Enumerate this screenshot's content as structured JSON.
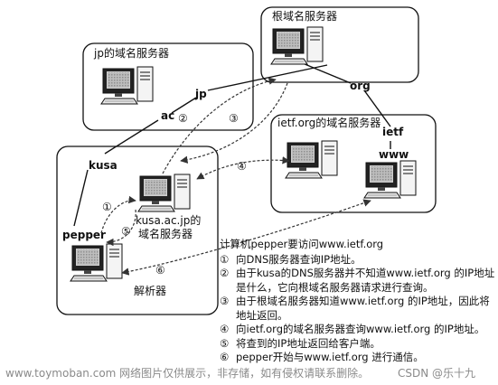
{
  "nodes": {
    "root_box_label": "根域名服务器",
    "jp_box_label": "jp的域名服务器",
    "ietf_box_label": "ietf.org的域名服务器",
    "kusa_server_label_1": "kusa.ac.jp的",
    "kusa_server_label_2": "域名服务器",
    "resolver_label": "解析器",
    "www_label": "www"
  },
  "tree_labels": {
    "jp": "jp",
    "ac": "ac",
    "kusa": "kusa",
    "pepper": "pepper",
    "org": "org",
    "ietf": "ietf"
  },
  "arrow_labels": {
    "s1": "①",
    "s2": "②",
    "s3": "③",
    "s4": "④",
    "s5": "⑤",
    "s6": "⑥"
  },
  "steps": {
    "title": "计算机pepper要访问www.ietf.org",
    "items": [
      {
        "num": "①",
        "text": "向DNS服务器查询IP地址。"
      },
      {
        "num": "②",
        "text": "由于kusa的DNS服务器并不知道www.ietf.org 的IP地址是什么，它向根域名服务器请求进行查询。"
      },
      {
        "num": "③",
        "text": "由于根域名服务器知道www.ietf.org 的IP地址，因此将地址返回。"
      },
      {
        "num": "④",
        "text": "向ietf.org的域名服务器查询www.ietf.org 的IP地址。"
      },
      {
        "num": "⑤",
        "text": "将查到的IP地址返回给客户端。"
      },
      {
        "num": "⑥",
        "text": "pepper开始与www.ietf.org 进行通信。"
      }
    ]
  },
  "watermark": {
    "left": "www.toymoban.com 网络图片仅供展示，非存储，如有侵权请联系删除。",
    "right": "CSDN @乐十九"
  }
}
